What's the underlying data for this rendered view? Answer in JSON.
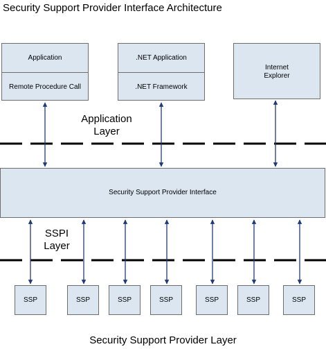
{
  "title": "Security Support Provider Interface Architecture",
  "boxes": {
    "app_box": {
      "top": "Application",
      "bottom": "Remote Procedure Call"
    },
    "net_box": {
      "top": ".NET Application",
      "bottom": ".NET Framework"
    },
    "ie_box": {
      "label": "Internet Explorer"
    },
    "sspi": {
      "label": "Security Support Provider Interface"
    }
  },
  "layers": {
    "application_line1": "Application",
    "application_line2": "Layer",
    "sspi_line1": "SSPI",
    "sspi_line2": "Layer"
  },
  "ssp_boxes": [
    "SSP",
    "SSP",
    "SSP",
    "SSP",
    "SSP",
    "SSP",
    "SSP"
  ],
  "footer": "Security Support Provider Layer",
  "colors": {
    "box_fill": "#dce6f1",
    "box_border": "#6d6d6d",
    "arrow": "#1f3a7a"
  }
}
